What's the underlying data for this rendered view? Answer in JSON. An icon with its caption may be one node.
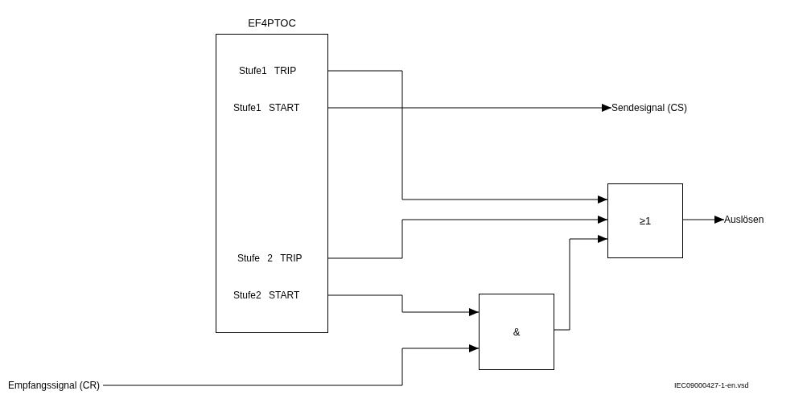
{
  "diagram": {
    "nodes": [
      {
        "text": [
          "EF4PTOC"
        ]
      },
      {
        "text": [
          "Stufe1 TRIP"
        ],
        "in": 0
      },
      {
        "text": [
          "Stufe1 START"
        ],
        "in": 0
      },
      {
        "text": [
          "Stufe 2 TRIP"
        ],
        "in": 0
      },
      {
        "text": [
          "Stufe2 START"
        ],
        "in": 0
      },
      {
        "text": [
          "Sendesignal (CS)"
        ]
      },
      {
        "text": [
          "≥1"
        ]
      },
      {
        "text": [
          "Auslösen"
        ]
      },
      {
        "text": [
          "&"
        ]
      },
      {
        "text": [
          "Empfangssignal (CR)"
        ]
      }
    ],
    "edges": [
      {
        "from": 1,
        "to": 6,
        "arrow": "to"
      },
      {
        "from": 2,
        "to": 5,
        "arrow": "to"
      },
      {
        "from": 3,
        "to": 6,
        "arrow": "to"
      },
      {
        "from": 4,
        "to": 8,
        "arrow": "to"
      },
      {
        "from": 9,
        "to": 8,
        "arrow": "to"
      },
      {
        "from": 8,
        "to": 6,
        "arrow": "to"
      },
      {
        "from": 6,
        "to": 7,
        "arrow": "to"
      }
    ],
    "labels": [
      "IEC09000427-1-en.vsd"
    ]
  }
}
